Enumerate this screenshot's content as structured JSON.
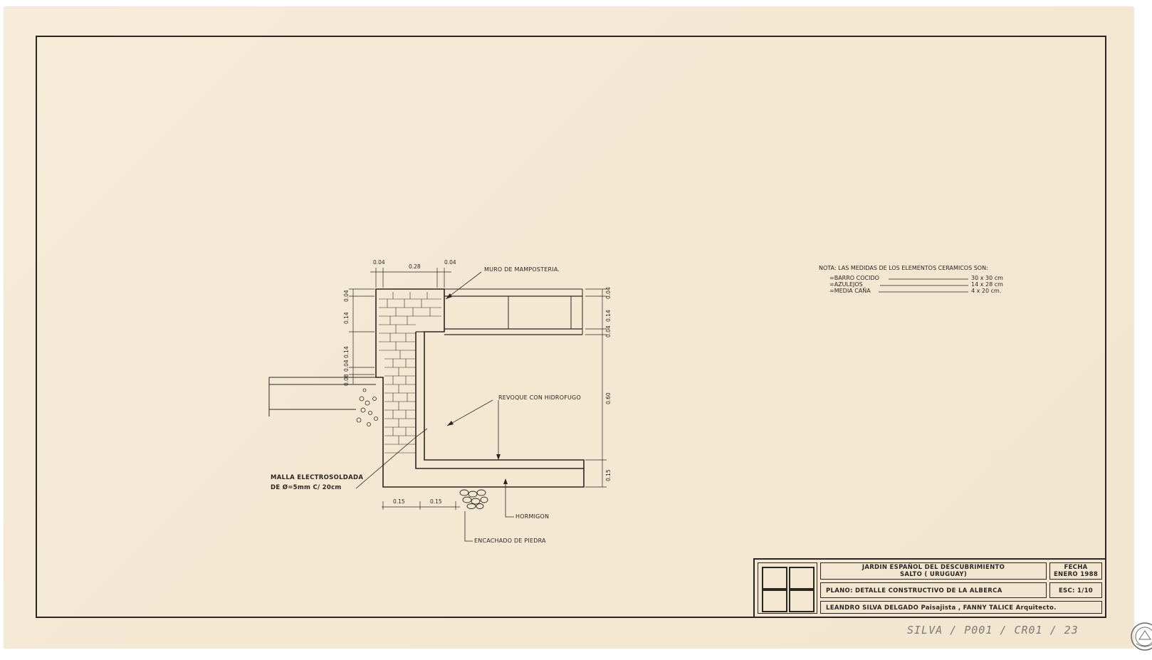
{
  "drawing": {
    "labels": {
      "muro": "MURO DE MAMPOSTERIA.",
      "revoque": "REVOQUE CON HIDROFUGO",
      "malla_line1": "MALLA ELECTROSOLDADA",
      "malla_line2": "DE Ø=5mm C/ 20cm",
      "hormigon": "HORMIGON",
      "encachado": "ENCACHADO DE PIEDRA"
    },
    "dims_top": [
      "0.04",
      "0.28",
      "0.04"
    ],
    "dims_left": [
      "0.04",
      "0.14",
      "0.14",
      "0.04",
      "0.08"
    ],
    "dims_right": [
      "0.04",
      "0.14",
      "0.04",
      "0.60",
      "0.15"
    ],
    "dims_bottom": [
      "0.15",
      "0.15"
    ]
  },
  "note": {
    "title": "NOTA: LAS MEDIDAS DE LOS ELEMENTOS CERAMICOS SON:",
    "items": [
      {
        "name": "=BARRO COCIDO",
        "value": "30 x 30 cm"
      },
      {
        "name": "=AZULEJOS",
        "value": "14 x 28 cm"
      },
      {
        "name": "=MEDIA CAÑA",
        "value": "4 x 20 cm."
      }
    ]
  },
  "title_block": {
    "project_line1": "JARDIN ESPAÑOL DEL DESCUBRIMIENTO",
    "project_line2": "SALTO   ( URUGUAY)",
    "fecha_label": "FECHA",
    "fecha_value": "ENERO 1988",
    "plano": "PLANO: DETALLE CONSTRUCTIVO DE LA ALBERCA",
    "escala": "ESC: 1/10",
    "authors": "LEANDRO SILVA DELGADO Paisajista ,  FANNY TALICE  Arquitecto."
  },
  "archive_ref": "SILVA / P001 / CR01 / 23",
  "colors": {
    "paper": "#f4e8d3",
    "ink": "#2a2622",
    "pencil": "#7d7a74"
  }
}
